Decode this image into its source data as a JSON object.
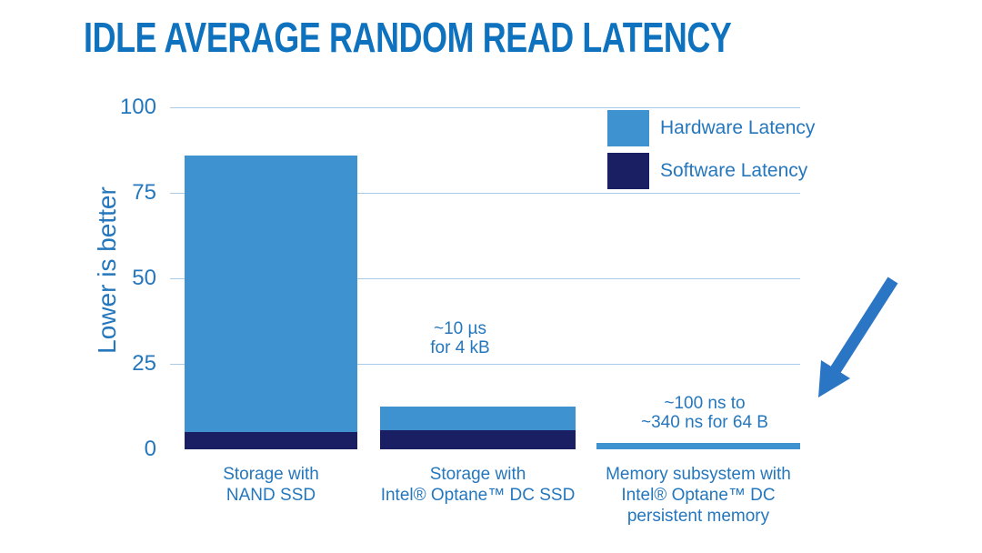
{
  "colors": {
    "title_blue": "#0e72be",
    "text_blue": "#2577bd",
    "hardware_blue": "#3e92d0",
    "software_navy": "#1a1e62",
    "gridline_blue": "#a9cbe7",
    "arrow_blue": "#2b76c4",
    "background": "#ffffff"
  },
  "legend": {
    "items": [
      {
        "label": "Hardware Latency",
        "color": "#3e92d0"
      },
      {
        "label": "Software Latency",
        "color": "#1a1e62"
      }
    ]
  },
  "chart_data": {
    "type": "bar",
    "stacked": true,
    "title": "IDLE AVERAGE RANDOM READ LATENCY",
    "ylabel": "Lower is better",
    "xlabel": "",
    "ylim": [
      0,
      100
    ],
    "yticks": [
      100,
      75,
      50,
      25,
      0
    ],
    "grid": true,
    "legend_position": "top-right",
    "categories": [
      {
        "lines": [
          "Storage with",
          "NAND SSD"
        ]
      },
      {
        "lines": [
          "Storage with",
          "Intel® Optane™ DC SSD"
        ]
      },
      {
        "lines": [
          "Memory subsystem with",
          "Intel® Optane™ DC",
          "persistent memory"
        ]
      }
    ],
    "series": [
      {
        "name": "Software Latency",
        "color": "#1a1e62",
        "values": [
          5,
          5.5,
          0
        ]
      },
      {
        "name": "Hardware Latency",
        "color": "#3e92d0",
        "values": [
          81,
          7,
          1.8
        ]
      }
    ],
    "annotations": [
      {
        "lines": [
          "~10 µs",
          "for 4 kB"
        ],
        "category_index": 1
      },
      {
        "lines": [
          "~100 ns to",
          "~340 ns for 64 B"
        ],
        "category_index": 2
      }
    ]
  }
}
